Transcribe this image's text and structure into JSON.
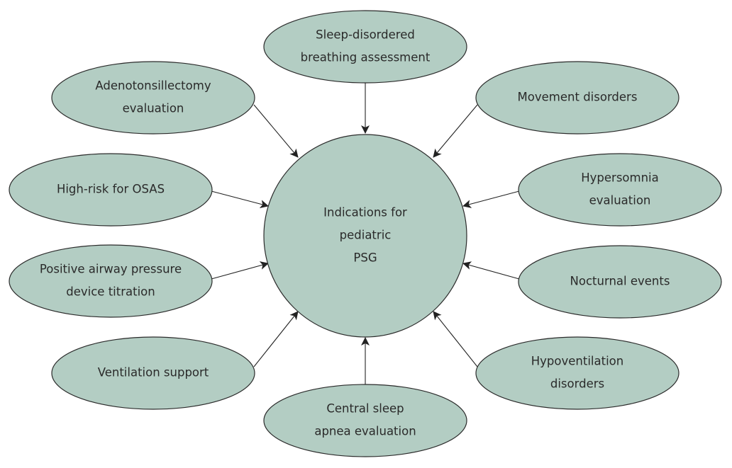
{
  "diagram": {
    "type": "hub-and-spoke",
    "colors": {
      "node_fill": "#b3cdc3",
      "stroke": "#2b2b2b",
      "text": "#2a2a2a",
      "arrow": "#222222"
    },
    "center": {
      "lines": [
        "Indications for",
        "pediatric",
        "PSG"
      ]
    },
    "nodes": [
      {
        "id": "sleep-disordered-breathing",
        "lines": [
          "Sleep-disordered",
          "breathing assessment"
        ]
      },
      {
        "id": "movement-disorders",
        "lines": [
          "Movement disorders"
        ]
      },
      {
        "id": "hypersomnia",
        "lines": [
          "Hypersomnia",
          "evaluation"
        ]
      },
      {
        "id": "nocturnal-events",
        "lines": [
          "Nocturnal events"
        ]
      },
      {
        "id": "hypoventilation",
        "lines": [
          "Hypoventilation",
          "disorders"
        ]
      },
      {
        "id": "central-sleep-apnea",
        "lines": [
          "Central sleep",
          "apnea evaluation"
        ]
      },
      {
        "id": "ventilation-support",
        "lines": [
          "Ventilation support"
        ]
      },
      {
        "id": "positive-airway-pressure",
        "lines": [
          "Positive airway pressure",
          "device titration"
        ]
      },
      {
        "id": "high-risk-osas",
        "lines": [
          "High-risk for OSAS"
        ]
      },
      {
        "id": "adenotonsillectomy",
        "lines": [
          "Adenotonsillectomy",
          "evaluation"
        ]
      }
    ],
    "edges_direction": "node-to-center"
  }
}
